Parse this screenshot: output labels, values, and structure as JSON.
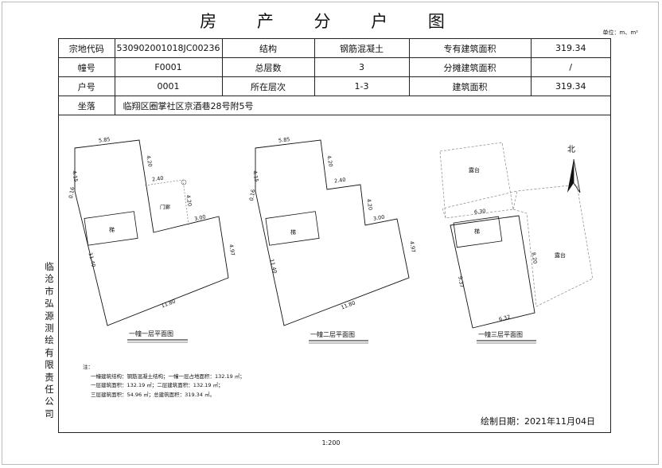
{
  "title": "房 产 分 户 图",
  "unit": "单位：m、m²",
  "info": {
    "row1": [
      "宗地代码",
      "530902001018JC00236",
      "结构",
      "钢筋混凝土",
      "专有建筑面积",
      "319.34"
    ],
    "row2": [
      "幢号",
      "F0001",
      "总层数",
      "3",
      "分摊建筑面积",
      "/"
    ],
    "row3": [
      "户号",
      "0001",
      "所在层次",
      "1-3",
      "建筑面积",
      "319.34"
    ],
    "row4": [
      "坐落",
      "临翔区圈掌社区京酒巷28号附5号"
    ]
  },
  "company": [
    "临",
    "沧",
    "市",
    "弘",
    "源",
    "测",
    "绘",
    "有",
    "限",
    "责",
    "任",
    "公",
    "司"
  ],
  "plans": {
    "floor1": {
      "caption": "一幢一层平面图",
      "dims": [
        "5.85",
        "4.20",
        "2.40",
        "4.20",
        "3.00",
        "4.97",
        "11.80",
        "11.40",
        "0.16",
        "4.15"
      ],
      "stair": "梯",
      "porch": "门廊"
    },
    "floor2": {
      "caption": "一幢二层平面图",
      "dims": [
        "5.85",
        "4.20",
        "2.40",
        "4.20",
        "3.00",
        "4.97",
        "11.80",
        "11.40",
        "0.16",
        "4.15"
      ],
      "stair": "梯"
    },
    "floor3": {
      "caption": "一幢三层平面图",
      "dims": [
        "6.30",
        "8.20",
        "6.32",
        "9.37"
      ],
      "stair": "梯",
      "terrace_top": "露台",
      "terrace_right": "露台"
    },
    "north": "北"
  },
  "notes": {
    "head": "注：",
    "lines": [
      "一幢建筑结构：钢筋混凝土结构；一幢一层占地面积：132.19 ㎡；",
      "一层建筑面积：132.19 ㎡；二层建筑面积：132.19 ㎡；",
      "三层建筑面积：54.96 ㎡；总建筑面积：319.34 ㎡。"
    ]
  },
  "date": "绘制日期：2021年11月04日",
  "scale": "1:200"
}
